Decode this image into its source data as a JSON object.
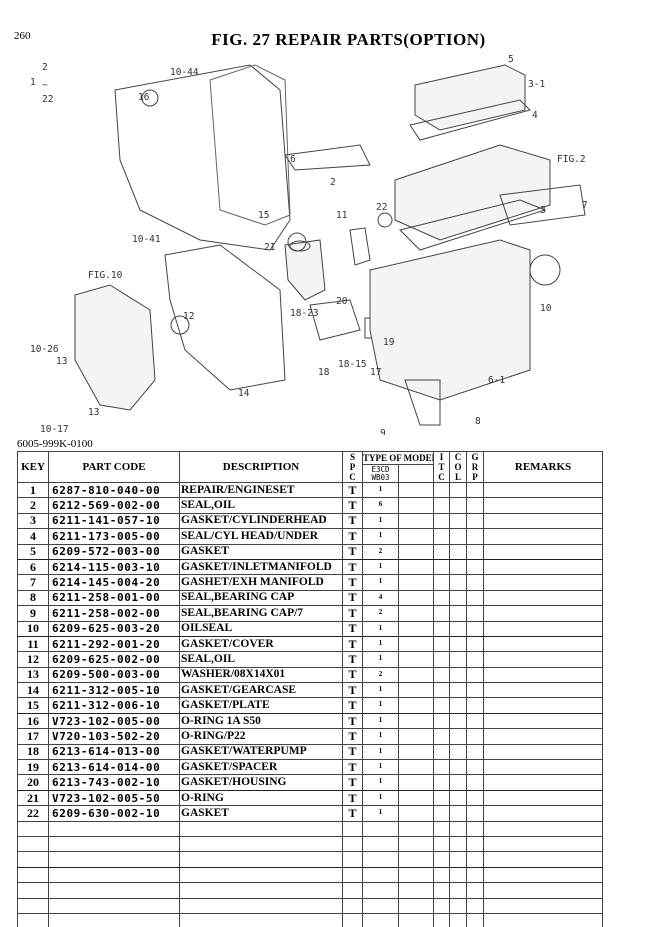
{
  "page_number": "260",
  "title": "FIG. 27  REPAIR PARTS(OPTION)",
  "document_number": "6005-999K-0100",
  "callouts": [
    "1",
    "2",
    "~",
    "22",
    "10-44",
    "16",
    "5",
    "3-1",
    "4",
    "6",
    "2",
    "FIG.2",
    "7",
    "3",
    "22",
    "11",
    "15",
    "10-41",
    "21",
    "20",
    "10",
    "FIG.10",
    "12",
    "18-23",
    "19",
    "10-26",
    "13",
    "18",
    "18-15",
    "17",
    "6-1",
    "14",
    "13",
    "10-17",
    "8",
    "9"
  ],
  "table": {
    "headers": {
      "key": "KEY",
      "part_code": "PART CODE",
      "description": "DESCRIPTION",
      "spc": [
        "S",
        "P",
        "C"
      ],
      "type_of_model": "TYPE OF MODEL",
      "model": [
        "E3CD",
        "WB03"
      ],
      "itc": [
        "I",
        "T",
        "C"
      ],
      "col": [
        "C",
        "O",
        "L"
      ],
      "grp": [
        "G",
        "R",
        "P"
      ],
      "remarks": "REMARKS"
    },
    "rows": [
      {
        "key": "1",
        "code": "6287-810-040-00",
        "desc": "REPAIR/ENGINESET",
        "spc": "T",
        "qty": "1"
      },
      {
        "key": "2",
        "code": "6212-569-002-00",
        "desc": "SEAL,OIL",
        "spc": "T",
        "qty": "6"
      },
      {
        "key": "3",
        "code": "6211-141-057-10",
        "desc": "GASKET/CYLINDERHEAD",
        "spc": "T",
        "qty": "1"
      },
      {
        "key": "4",
        "code": "6211-173-005-00",
        "desc": "SEAL/CYL HEAD/UNDER",
        "spc": "T",
        "qty": "1"
      },
      {
        "key": "5",
        "code": "6209-572-003-00",
        "desc": "GASKET",
        "spc": "T",
        "qty": "2"
      },
      {
        "key": "6",
        "code": "6214-115-003-10",
        "desc": "GASKET/INLETMANIFOLD",
        "spc": "T",
        "qty": "1"
      },
      {
        "key": "7",
        "code": "6214-145-004-20",
        "desc": "GASHET/EXH MANIFOLD",
        "spc": "T",
        "qty": "1"
      },
      {
        "key": "8",
        "code": "6211-258-001-00",
        "desc": "SEAL,BEARING CAP",
        "spc": "T",
        "qty": "4"
      },
      {
        "key": "9",
        "code": "6211-258-002-00",
        "desc": "SEAL,BEARING CAP/7",
        "spc": "T",
        "qty": "2"
      },
      {
        "key": "10",
        "code": "6209-625-003-20",
        "desc": "OILSEAL",
        "spc": "T",
        "qty": "1"
      },
      {
        "key": "11",
        "code": "6211-292-001-20",
        "desc": "GASKET/COVER",
        "spc": "T",
        "qty": "1"
      },
      {
        "key": "12",
        "code": "6209-625-002-00",
        "desc": "SEAL,OIL",
        "spc": "T",
        "qty": "1"
      },
      {
        "key": "13",
        "code": "6209-500-003-00",
        "desc": "WASHER/08X14X01",
        "spc": "T",
        "qty": "2"
      },
      {
        "key": "14",
        "code": "6211-312-005-10",
        "desc": "GASKET/GEARCASE",
        "spc": "T",
        "qty": "1"
      },
      {
        "key": "15",
        "code": "6211-312-006-10",
        "desc": "GASKET/PLATE",
        "spc": "T",
        "qty": "1"
      },
      {
        "key": "16",
        "code": "V723-102-005-00",
        "desc": "O-RING 1A S50",
        "spc": "T",
        "qty": "1"
      },
      {
        "key": "17",
        "code": "V720-103-502-20",
        "desc": "O-RING/P22",
        "spc": "T",
        "qty": "1"
      },
      {
        "key": "18",
        "code": "6213-614-013-00",
        "desc": "GASKET/WATERPUMP",
        "spc": "T",
        "qty": "1"
      },
      {
        "key": "19",
        "code": "6213-614-014-00",
        "desc": "GASKET/SPACER",
        "spc": "T",
        "qty": "1"
      },
      {
        "key": "20",
        "code": "6213-743-002-10",
        "desc": "GASKET/HOUSING",
        "spc": "T",
        "qty": "1"
      },
      {
        "key": "21",
        "code": "V723-102-005-50",
        "desc": "O-RING",
        "spc": "T",
        "qty": "1"
      },
      {
        "key": "22",
        "code": "6209-630-002-10",
        "desc": "GASKET",
        "spc": "T",
        "qty": "1"
      }
    ],
    "empty_rows": 7
  }
}
